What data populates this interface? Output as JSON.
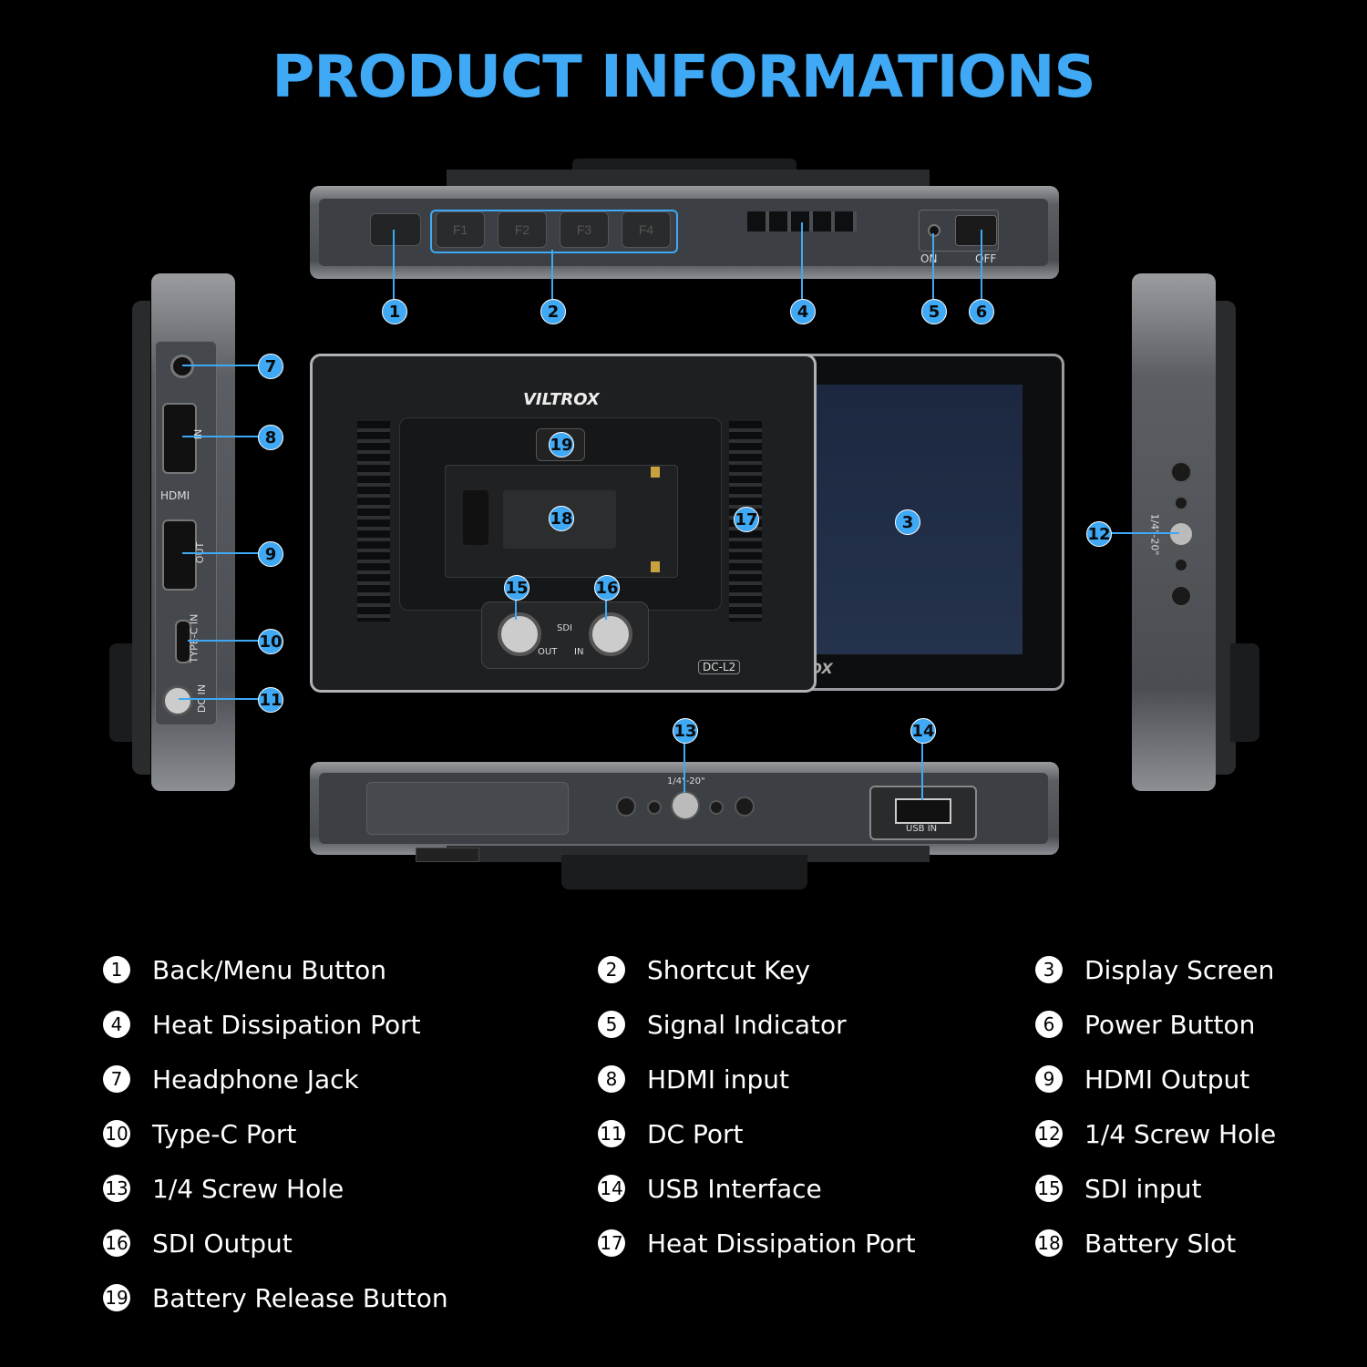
{
  "title": "PRODUCT INFORMATIONS",
  "device": {
    "brand": "VILTROX",
    "model_tag": "DC-L2",
    "top_keys": [
      "F1",
      "F2",
      "F3",
      "F4"
    ],
    "power_on_label": "ON",
    "power_off_label": "OFF",
    "hdmi_label": "HDMI",
    "hdmi_in_label": "IN",
    "hdmi_out_label": "OUT",
    "typec_label": "TYPE-C IN",
    "dc_label": "DC IN",
    "sdi_label": "SDI",
    "sdi_out_label": "OUT",
    "sdi_in_label": "IN",
    "screw_label_bottom": "1/4\"-20\"",
    "screw_label_right": "1/4\"-20\"",
    "usb_label": "USB IN"
  },
  "callouts": [
    "1",
    "2",
    "3",
    "4",
    "5",
    "6",
    "7",
    "8",
    "9",
    "10",
    "11",
    "12",
    "13",
    "14",
    "15",
    "16",
    "17",
    "18",
    "19"
  ],
  "legend": [
    {
      "num": "1",
      "text": "Back/Menu Button"
    },
    {
      "num": "2",
      "text": "Shortcut Key"
    },
    {
      "num": "3",
      "text": "Display Screen"
    },
    {
      "num": "4",
      "text": "Heat Dissipation Port"
    },
    {
      "num": "5",
      "text": "Signal Indicator"
    },
    {
      "num": "6",
      "text": "Power Button"
    },
    {
      "num": "7",
      "text": "Headphone Jack"
    },
    {
      "num": "8",
      "text": "HDMI input"
    },
    {
      "num": "9",
      "text": "HDMI Output"
    },
    {
      "num": "10",
      "text": "Type-C Port"
    },
    {
      "num": "11",
      "text": "DC Port"
    },
    {
      "num": "12",
      "text": "1/4 Screw Hole"
    },
    {
      "num": "13",
      "text": "1/4 Screw Hole"
    },
    {
      "num": "14",
      "text": "USB Interface"
    },
    {
      "num": "15",
      "text": "SDI input"
    },
    {
      "num": "16",
      "text": "SDI Output"
    },
    {
      "num": "17",
      "text": "Heat Dissipation Port"
    },
    {
      "num": "18",
      "text": "Battery Slot"
    },
    {
      "num": "19",
      "text": "Battery Release Button"
    }
  ]
}
